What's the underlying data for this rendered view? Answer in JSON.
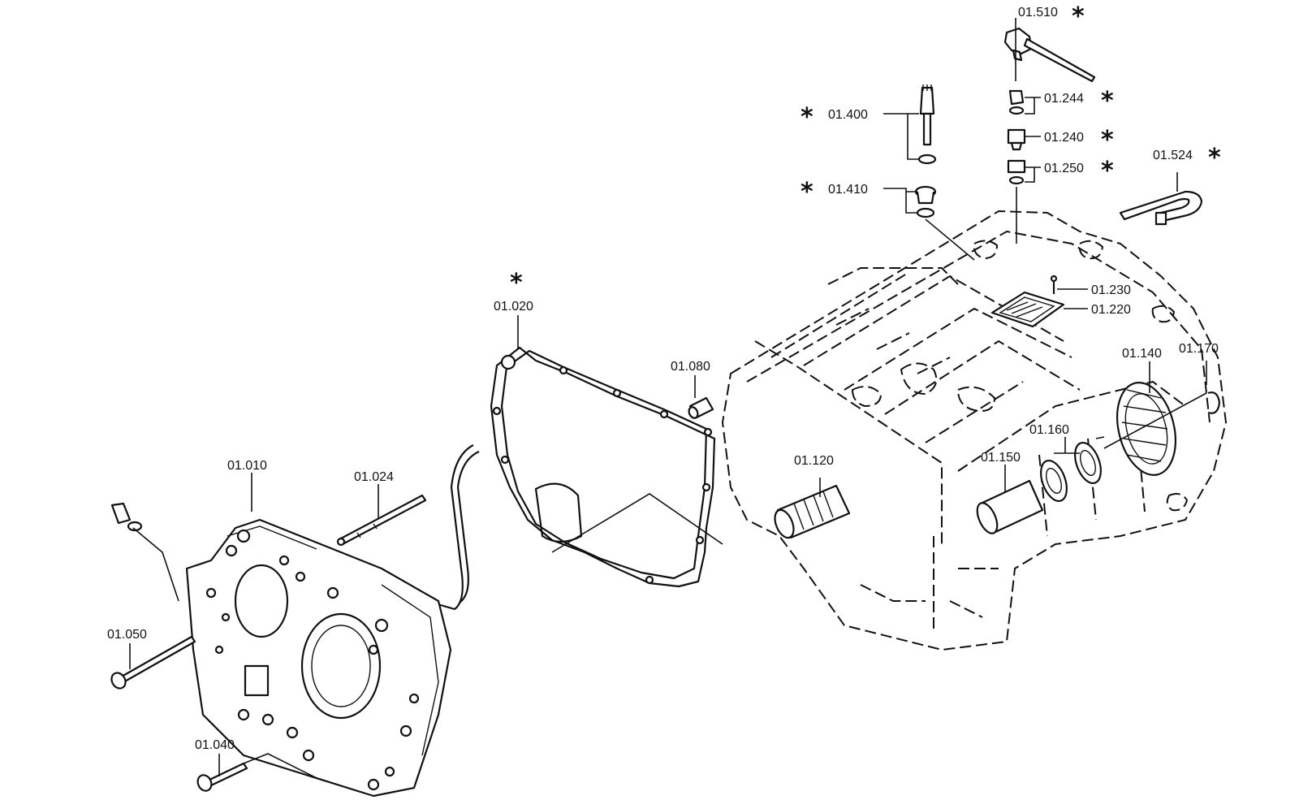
{
  "diagram": {
    "labels": {
      "p01_510": "01.510",
      "p01_244": "01.244",
      "p01_240": "01.240",
      "p01_250": "01.250",
      "p01_524": "01.524",
      "p01_400": "01.400",
      "p01_410": "01.410",
      "p01_230": "01.230",
      "p01_220": "01.220",
      "p01_020": "01.020",
      "p01_080": "01.080",
      "p01_140": "01.140",
      "p01_170": "01.170",
      "p01_160": "01.160",
      "p01_120": "01.120",
      "p01_150": "01.150",
      "p01_010": "01.010",
      "p01_024": "01.024",
      "p01_050": "01.050",
      "p01_040": "01.040"
    },
    "asterisk": "*"
  }
}
